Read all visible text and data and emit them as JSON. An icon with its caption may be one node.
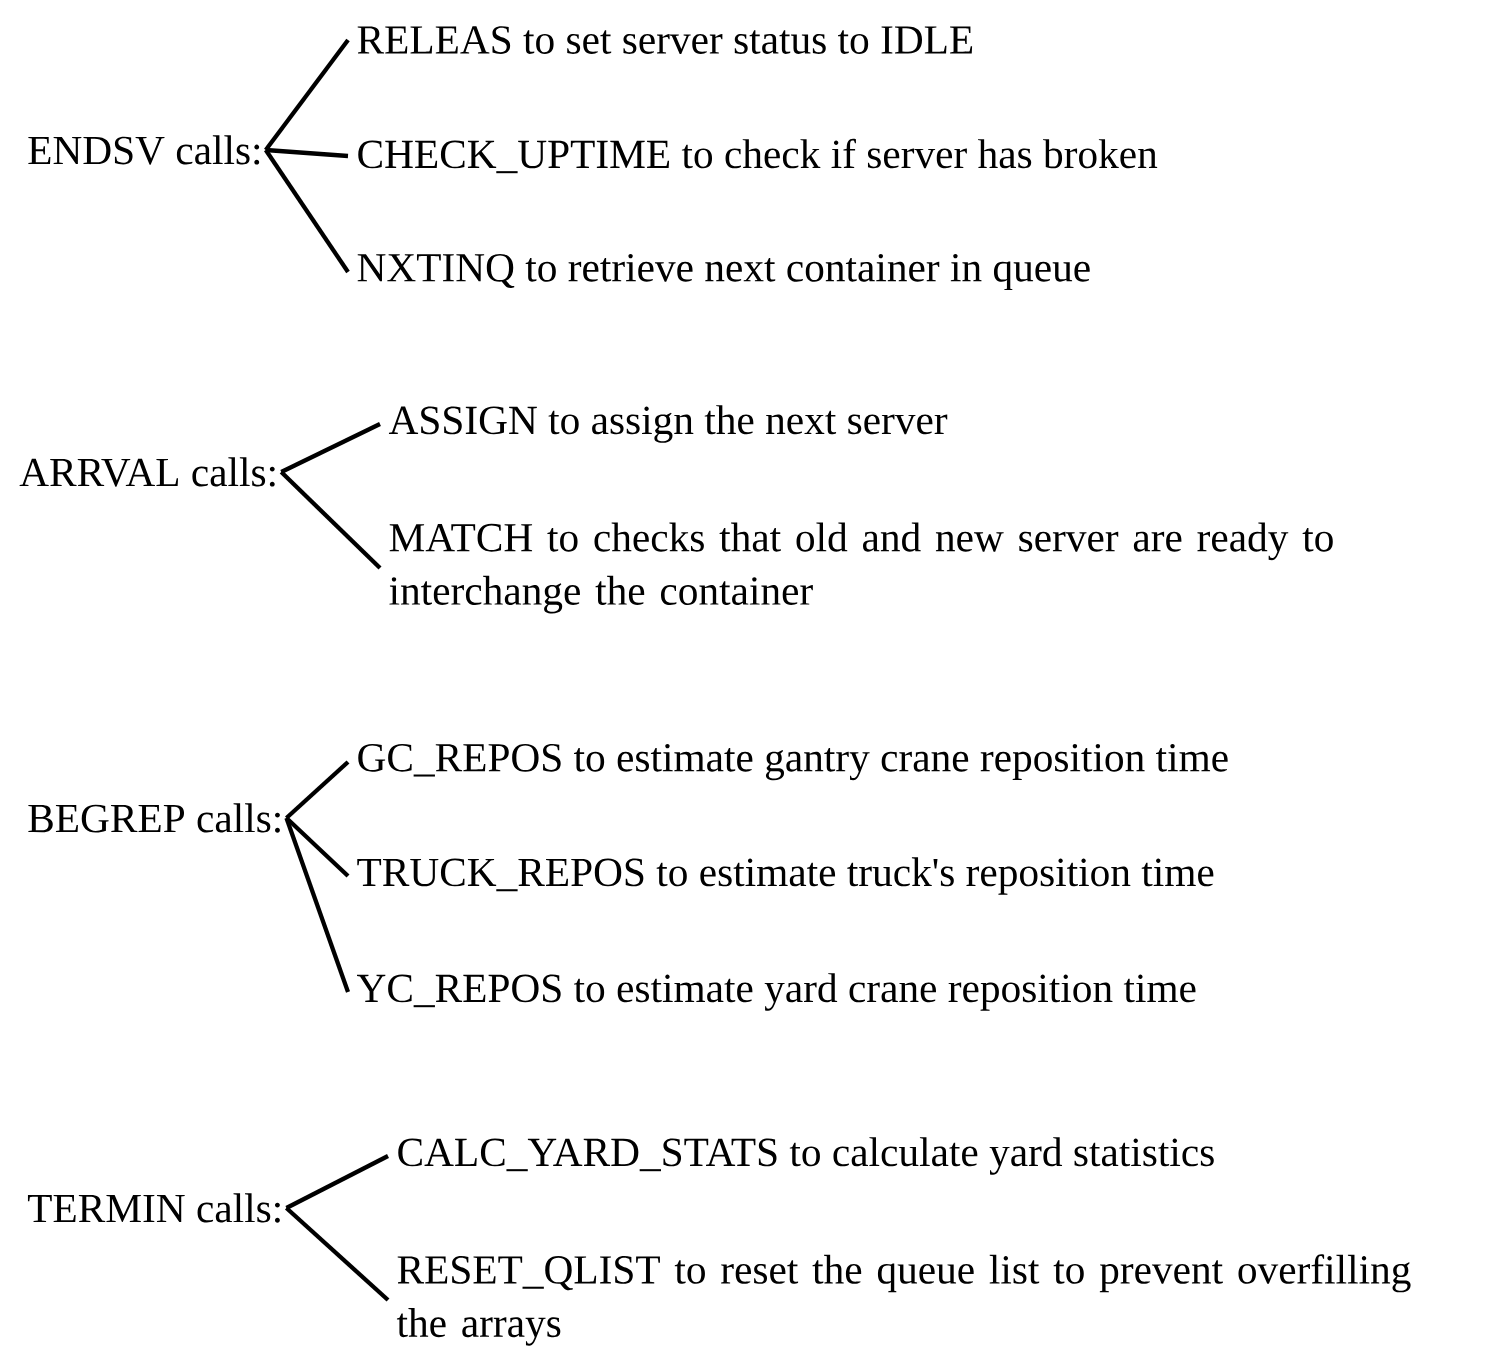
{
  "diagram": {
    "nodes": [
      {
        "text": [
          "ENDSV calls:"
        ]
      },
      {
        "text": [
          "RELEAS to set server status to IDLE"
        ]
      },
      {
        "text": [
          "CHECK_UPTIME to check if server has broken"
        ]
      },
      {
        "text": [
          "NXTINQ to retrieve next container in queue"
        ]
      },
      {
        "text": [
          "ARRVAL calls:"
        ]
      },
      {
        "text": [
          "ASSIGN to assign the next server"
        ]
      },
      {
        "text": [
          "MATCH to checks that old and new server are ready to interchange the container"
        ]
      },
      {
        "text": [
          "BEGREP calls:"
        ]
      },
      {
        "text": [
          "GC_REPOS to estimate gantry crane reposition time"
        ]
      },
      {
        "text": [
          "TRUCK_REPOS to estimate truck's reposition time"
        ]
      },
      {
        "text": [
          "YC_REPOS to estimate yard crane reposition time"
        ]
      },
      {
        "text": [
          "TERMIN calls:"
        ]
      },
      {
        "text": [
          "CALC_YARD_STATS to calculate yard statistics"
        ]
      },
      {
        "text": [
          "RESET_QLIST to reset the queue list to prevent overfilling the arrays"
        ]
      }
    ],
    "edges": [
      {
        "from": 0,
        "to": 1,
        "arrow": "none"
      },
      {
        "from": 0,
        "to": 2,
        "arrow": "none"
      },
      {
        "from": 0,
        "to": 3,
        "arrow": "none"
      },
      {
        "from": 4,
        "to": 5,
        "arrow": "none"
      },
      {
        "from": 4,
        "to": 6,
        "arrow": "none"
      },
      {
        "from": 7,
        "to": 8,
        "arrow": "none"
      },
      {
        "from": 7,
        "to": 9,
        "arrow": "none"
      },
      {
        "from": 7,
        "to": 10,
        "arrow": "none"
      },
      {
        "from": 11,
        "to": 12,
        "arrow": "none"
      },
      {
        "from": 11,
        "to": 13,
        "arrow": "none"
      }
    ]
  }
}
